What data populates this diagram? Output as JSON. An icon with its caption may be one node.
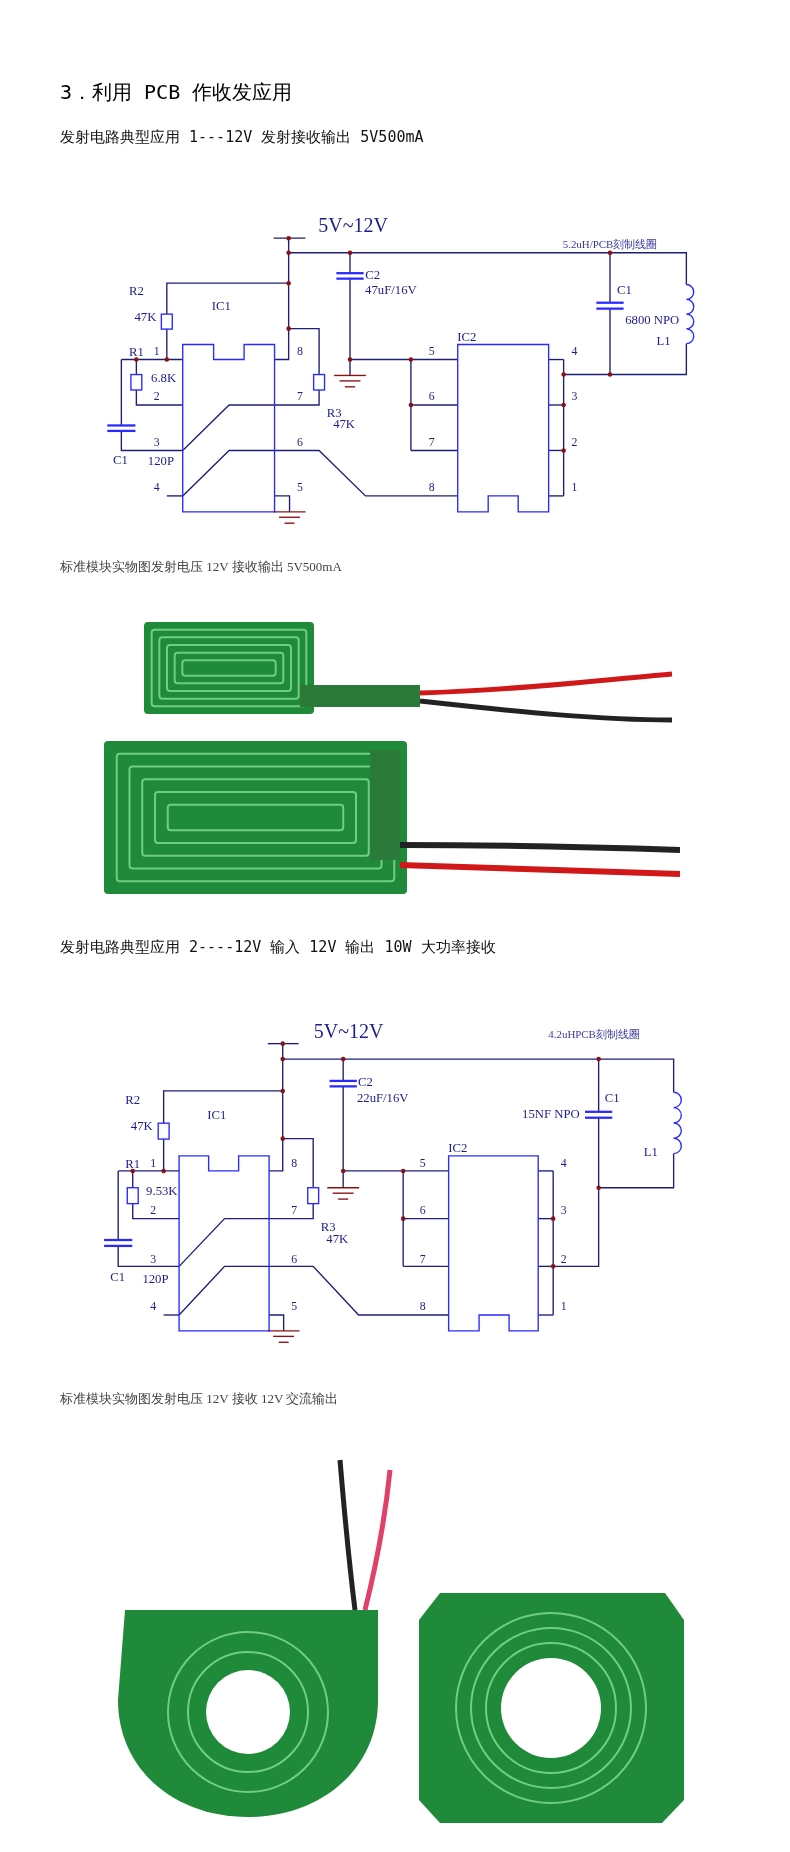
{
  "diagram": {
    "title": "3．利用 PCB 作收发应用",
    "labels": [
      "发射电路典型应用 1---12V 发射接收输出 5V500mA",
      "5V~12V",
      "5.2uH/PCB刻制线圈",
      "C2",
      "R2",
      "47uF/16V",
      "C1",
      "IC1",
      "47K",
      "6800 NPO",
      "IC2",
      "L1",
      "R1",
      "1",
      "8",
      "5",
      "4",
      "6.8K",
      "2",
      "7",
      "6",
      "3",
      "R3",
      "47K",
      "3",
      "6",
      "7",
      "2",
      "C1",
      "120P",
      "4",
      "5",
      "8",
      "1",
      "标准模块实物图发射电压 12V 接收输出 5V500mA",
      "发射电路典型应用 2----12V 输入 12V 输出  10W 大功率接收",
      "5V~12V",
      "4.2uHPCB刻制线圈",
      "C2",
      "R2",
      "22uF/16V",
      "C1",
      "IC1",
      "15NF NPO",
      "47K",
      "IC2",
      "L1",
      "R1",
      "1",
      "8",
      "5",
      "4",
      "9.53K",
      "2",
      "7",
      "6",
      "3",
      "R3",
      "47K",
      "3",
      "6",
      "7",
      "2",
      "C1",
      "120P",
      "4",
      "5",
      "8",
      "1",
      "标准模块实物图发射电压 12V 接收 12V 交流输出"
    ]
  }
}
